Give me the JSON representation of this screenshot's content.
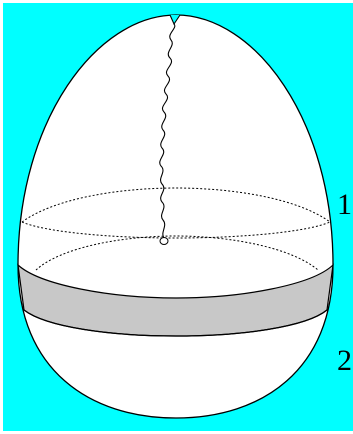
{
  "labels": {
    "one": "1",
    "two": "2"
  },
  "colors": {
    "background": "#00ffff",
    "egg_fill": "#ffffff",
    "band_fill": "#c8c8c8",
    "stroke": "#000000",
    "border": "#ffffff"
  },
  "icons": {
    "cut_line": "wavy-line",
    "ring_top": "dotted-ellipse",
    "ring_mid": "dotted-ellipse"
  }
}
